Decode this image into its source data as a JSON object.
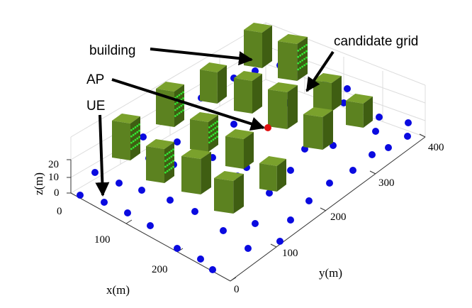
{
  "annotations": {
    "building": "building",
    "candidate_grid": "candidate grid",
    "ap": "AP",
    "ue": "UE"
  },
  "axes": {
    "x_label": "x(m)",
    "y_label": "y(m)",
    "z_label": "z(m)",
    "x_ticks": [
      "0",
      "100",
      "200"
    ],
    "y_ticks": [
      "0",
      "100",
      "200",
      "300",
      "400"
    ],
    "z_ticks": [
      "0",
      "10",
      "20"
    ]
  },
  "colors": {
    "ue": "#0a0ae0",
    "ap": "#e01010",
    "candidate_grid": "#33e833",
    "building_top": "#7aa12c",
    "building_front": "#5c8220",
    "building_side": "#3f5e12",
    "grid": "#dcdcdc"
  }
}
